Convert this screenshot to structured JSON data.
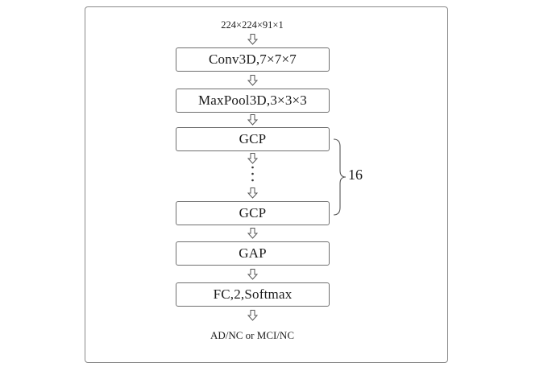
{
  "diagram": {
    "input": "224×224×91×1",
    "blocks": {
      "conv": "Conv3D,7×7×7",
      "maxpool": "MaxPool3D,3×3×3",
      "gcp_first": "GCP",
      "gcp_last": "GCP",
      "gap": "GAP",
      "fc": "FC,2,Softmax"
    },
    "repeat_count": "16",
    "output": "AD/NC or MCI/NC"
  }
}
